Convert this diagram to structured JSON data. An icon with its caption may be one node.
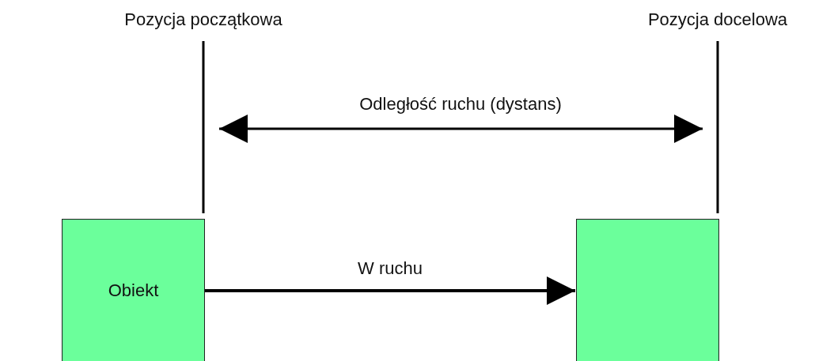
{
  "diagram": {
    "nodes": [
      {
        "text": [
          "Obiekt"
        ]
      },
      {
        "text": [],
        "shape": "box"
      }
    ],
    "edges": [
      {
        "from": 0,
        "to": 1,
        "arrow": "to",
        "label": "W ruchu"
      }
    ],
    "labels": [
      "Pozycja początkowa",
      "Pozycja docelowa",
      "Odległość ruchu (dystans)"
    ]
  }
}
